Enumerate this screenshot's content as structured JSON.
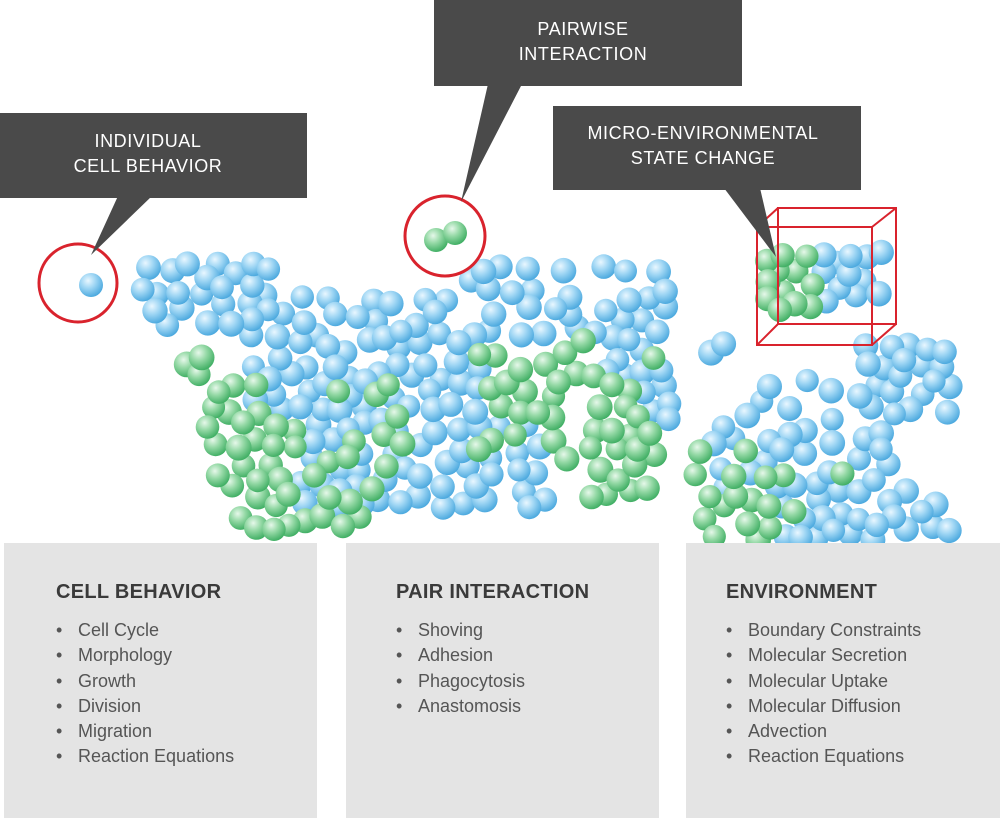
{
  "colors": {
    "callout_bg": "#4a4a4a",
    "highlight": "#d9232d",
    "cell_blue": "#8fd0f2",
    "cell_green": "#86d39a",
    "panel_bg": "#e4e4e4"
  },
  "callouts": [
    {
      "id": "individual",
      "lines": [
        "INDIVIDUAL",
        "CELL BEHAVIOR"
      ]
    },
    {
      "id": "pairwise",
      "lines": [
        "PAIRWISE",
        "INTERACTION"
      ]
    },
    {
      "id": "micro",
      "lines": [
        "MICRO-ENVIRONMENTAL",
        "STATE CHANGE"
      ]
    }
  ],
  "panels": [
    {
      "title": "CELL BEHAVIOR",
      "items": [
        "Cell Cycle",
        "Morphology",
        "Growth",
        "Division",
        "Migration",
        "Reaction Equations"
      ]
    },
    {
      "title": "PAIR INTERACTION",
      "items": [
        "Shoving",
        "Adhesion",
        "Phagocytosis",
        "Anastomosis"
      ]
    },
    {
      "title": "ENVIRONMENT",
      "items": [
        "Boundary Constraints",
        "Molecular Secretion",
        "Molecular Uptake",
        "Molecular Diffusion",
        "Advection",
        "Reaction Equations"
      ]
    }
  ]
}
